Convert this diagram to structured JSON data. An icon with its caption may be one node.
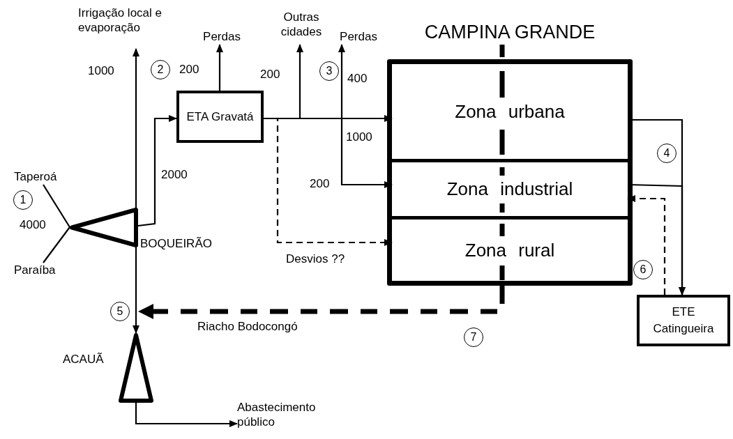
{
  "diagram": {
    "nodes": [
      {
        "text": [
          "Taperoá"
        ]
      },
      {
        "text": [
          "Paraíba"
        ]
      },
      {
        "text": [],
        "shape": "triangle",
        "beside": [
          "BOQUEIRÃO"
        ]
      },
      {
        "text": [
          "Irrigação local e evaporação"
        ]
      },
      {
        "text": [
          "ETA Gravatá"
        ]
      },
      {
        "text": [
          "Perdas"
        ]
      },
      {
        "text": [
          "Outras cidades"
        ]
      },
      {
        "text": [
          "Perdas"
        ]
      },
      {
        "text": [
          "CAMPINA GRANDE"
        ]
      },
      {
        "text": [
          "Zona urbana"
        ],
        "in": 8
      },
      {
        "text": [
          "Zona industrial"
        ],
        "in": 8
      },
      {
        "text": [
          "Zona rural"
        ],
        "in": 8
      },
      {
        "text": [
          "ETE Catingueira"
        ]
      },
      {
        "text": [],
        "shape": "triangle",
        "beside": [
          "ACAUÃ"
        ]
      },
      {
        "text": [
          "Abastecimento público"
        ]
      }
    ],
    "edges": [
      {
        "from": 0,
        "to": 2,
        "arrow": "none"
      },
      {
        "from": 1,
        "to": 2,
        "arrow": "none"
      },
      {
        "from": 2,
        "to": 3,
        "arrow": "to",
        "label": "1000"
      },
      {
        "from": 2,
        "to": 4,
        "arrow": "to",
        "label": "2000"
      },
      {
        "from": 4,
        "to": 5,
        "arrow": "to",
        "label": "200"
      },
      {
        "from": 4,
        "to": 6,
        "arrow": "to",
        "label": "200"
      },
      {
        "from": 4,
        "to": 7,
        "arrow": "to",
        "label": "400"
      },
      {
        "from": 4,
        "to": 9,
        "arrow": "to",
        "label": "1000"
      },
      {
        "from": 4,
        "to": 10,
        "arrow": "to",
        "label": "200"
      },
      {
        "from": 4,
        "to": 11,
        "arrow": "to",
        "label": "Desvios ??",
        "style": "dashed"
      },
      {
        "from": 9,
        "to": 12,
        "arrow": "to"
      },
      {
        "from": 10,
        "to": 12,
        "arrow": "to"
      },
      {
        "from": 12,
        "to": 10,
        "arrow": "to",
        "style": "dashed"
      },
      {
        "from": 8,
        "to": 13,
        "arrow": "to",
        "label": "Riacho Bodocongó",
        "style": "dashed"
      },
      {
        "from": 2,
        "to": 13,
        "arrow": "to"
      },
      {
        "from": 13,
        "to": 14,
        "arrow": "to"
      }
    ],
    "labels": [
      "2",
      "3",
      "1",
      "4000",
      "4",
      "6",
      "5",
      "7"
    ]
  }
}
